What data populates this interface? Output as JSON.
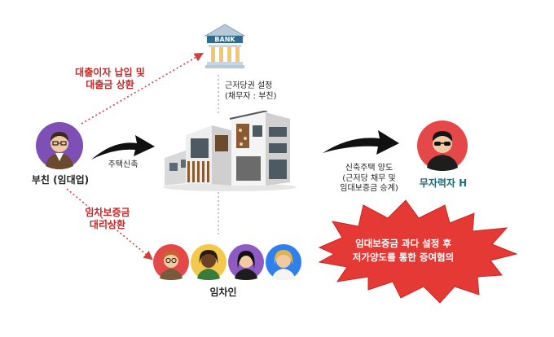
{
  "bank": {
    "sign": "BANK"
  },
  "labels": {
    "loan_repay": [
      "대출이자 납입 및",
      "대출금 상환"
    ],
    "lien_setting": [
      "근저당권 설정",
      "(채무자 : 부친)"
    ],
    "build_house": "주택신축",
    "transfer": [
      "신축주택 양도",
      "(근저당 채무 및",
      "임대보증금 승계)"
    ],
    "deposit_repay": [
      "임차보증금",
      "대리상환"
    ],
    "father": "부친 (임대업)",
    "person_h": "무자력자 H",
    "tenants": "임차인"
  },
  "burst": {
    "lines": [
      "임대보증금 과다 설정 후",
      "저가양도를 통한 증여혐의"
    ]
  },
  "colors": {
    "accent_red": "#c62828",
    "arrow_dotted_red": "#d04040",
    "teal": "#1f6a78",
    "burst_fill": "#e53935",
    "avatar_bg_red": "#e54848",
    "avatar_bg_teal": "#2e9b9e",
    "avatar_bg_yellow": "#f2c94c",
    "avatar_bg_purple": "#8e5bc4",
    "avatar_bg_blue": "#2f80ed"
  },
  "icons": [
    "bank-icon",
    "father-avatar",
    "person-h-avatar",
    "building-image",
    "tenant-avatar"
  ]
}
